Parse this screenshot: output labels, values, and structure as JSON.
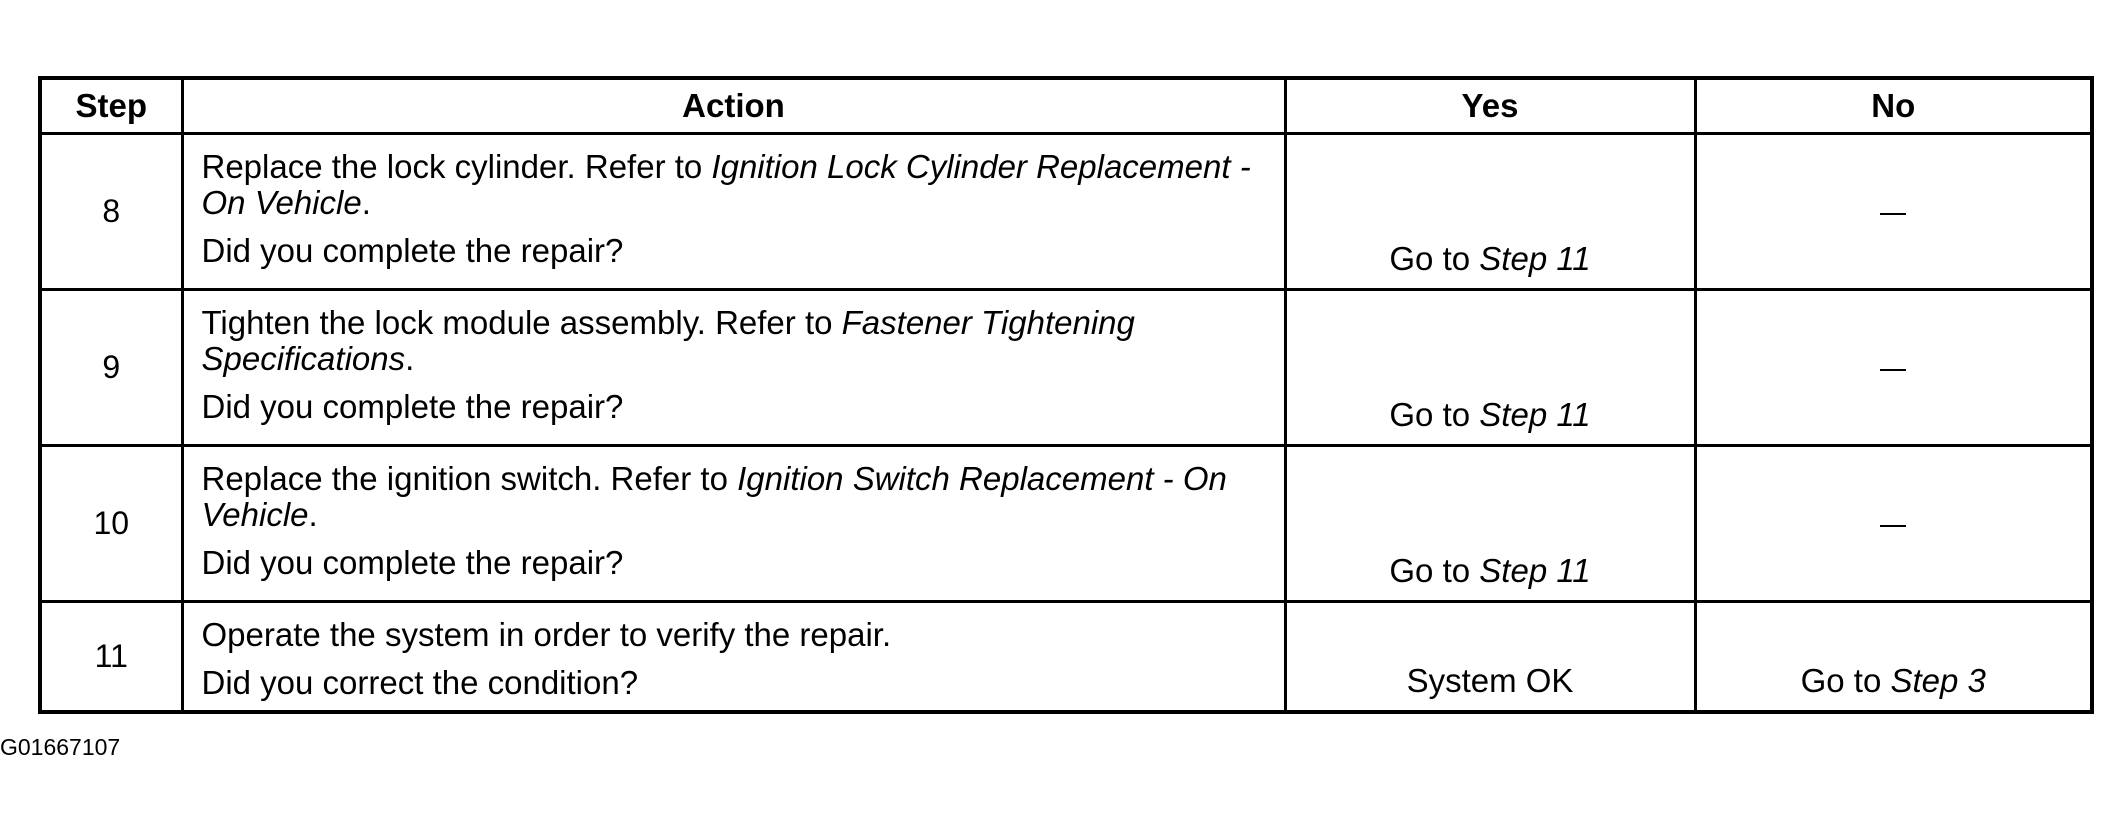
{
  "table": {
    "headers": {
      "step": "Step",
      "action": "Action",
      "yes": "Yes",
      "no": "No"
    },
    "rows": [
      {
        "step": "8",
        "action_prefix": "Replace the lock cylinder. Refer to ",
        "action_ref": "Ignition Lock Cylinder Replacement - On Vehicle",
        "action_suffix": ".",
        "question": "Did you complete the repair?",
        "yes_prefix": "Go to ",
        "yes_ref": "Step 11",
        "no": "—"
      },
      {
        "step": "9",
        "action_prefix": "Tighten the lock module assembly. Refer to ",
        "action_ref": "Fastener Tightening Specifications",
        "action_suffix": ".",
        "question": "Did you complete the repair?",
        "yes_prefix": "Go to ",
        "yes_ref": "Step 11",
        "no": "—"
      },
      {
        "step": "10",
        "action_prefix": "Replace the ignition switch. Refer to ",
        "action_ref": "Ignition Switch Replacement - On Vehicle",
        "action_suffix": ".",
        "question": "Did you complete the repair?",
        "yes_prefix": "Go to ",
        "yes_ref": "Step 11",
        "no": "—"
      },
      {
        "step": "11",
        "action_text": "Operate the system in order to verify the repair.",
        "question": "Did you correct the condition?",
        "yes_text": "System OK",
        "no_prefix": "Go to ",
        "no_ref": "Step 3"
      }
    ]
  },
  "figure_id": "G01667107"
}
